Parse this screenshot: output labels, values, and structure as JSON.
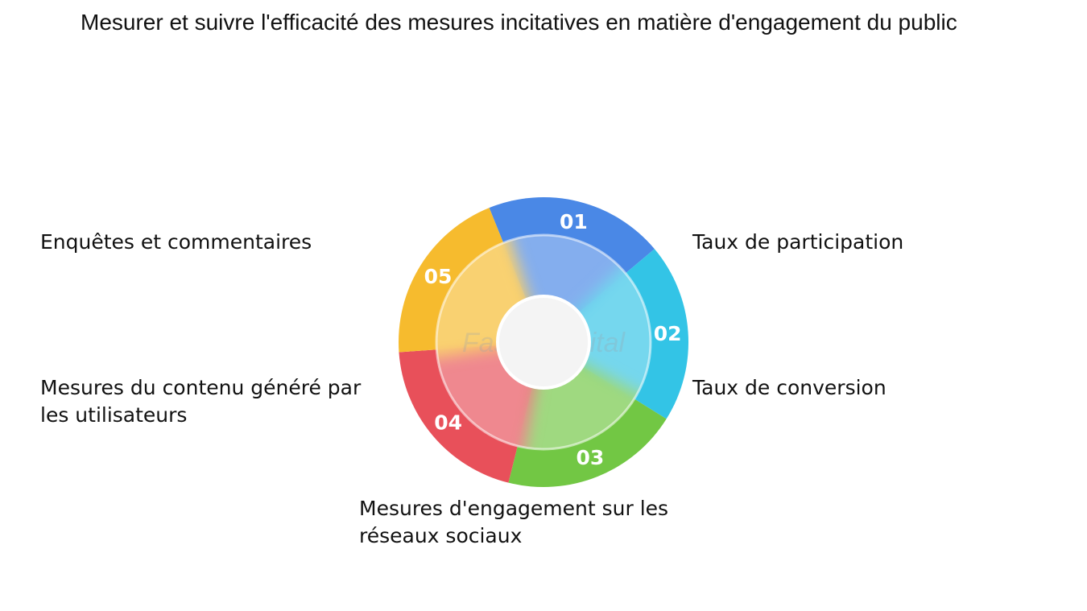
{
  "title": "Mesurer et suivre l'efficacité des mesures incitatives en matière d'engagement du public",
  "segments": [
    {
      "number": "01",
      "label": "Taux de participation",
      "color": "#4a88e6"
    },
    {
      "number": "02",
      "label": "Taux de conversion",
      "color": "#33c4e6"
    },
    {
      "number": "03",
      "label": "Mesures d'engagement sur les réseaux sociaux",
      "color": "#72c744"
    },
    {
      "number": "04",
      "label": "Mesures du contenu généré par les utilisateurs",
      "color": "#e8505a"
    },
    {
      "number": "05",
      "label": "Enquêtes et commentaires",
      "color": "#f6bb2e"
    }
  ],
  "watermark": "FasterCapital"
}
